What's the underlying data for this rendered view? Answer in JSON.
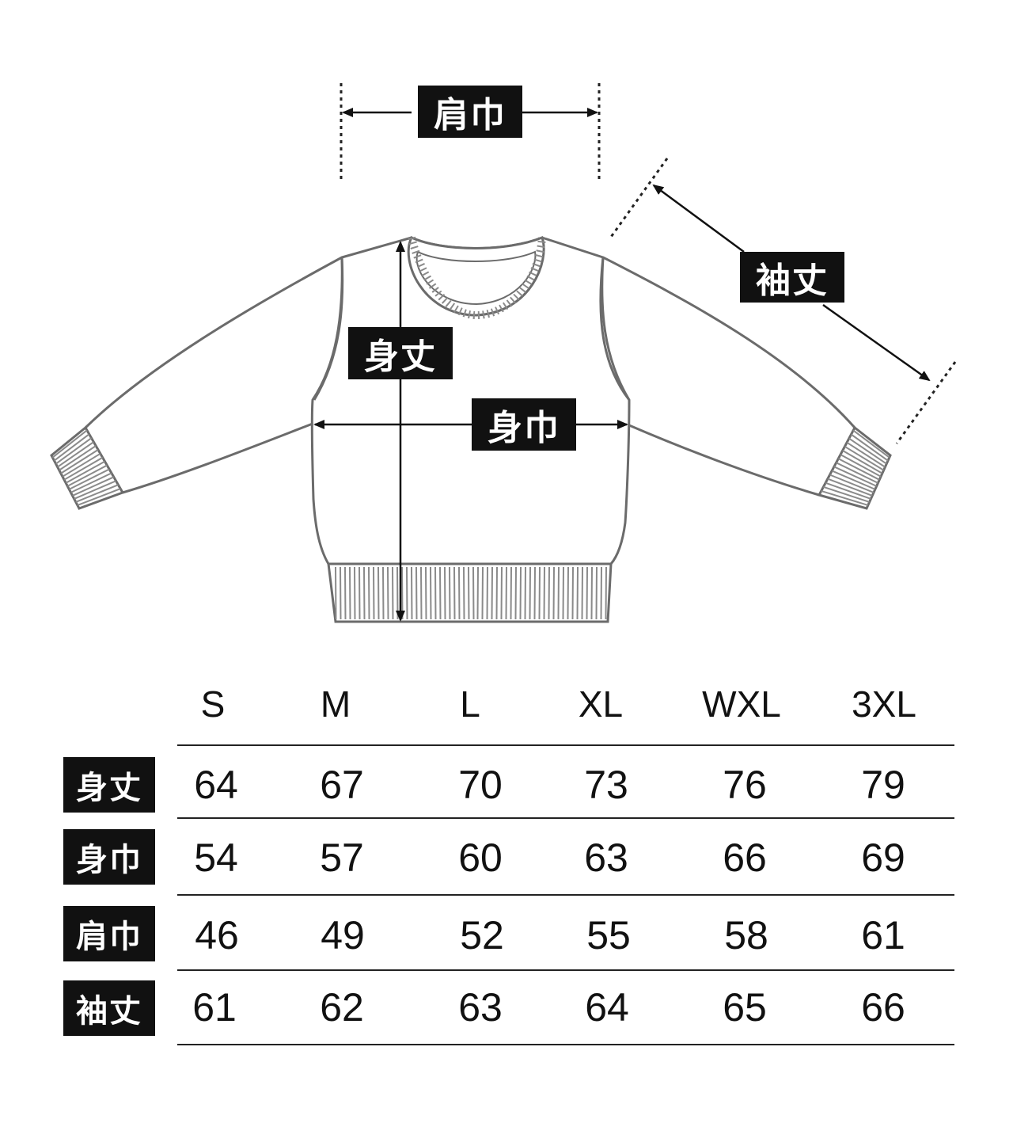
{
  "diagram_labels": {
    "shoulder": "肩巾",
    "sleeve": "袖丈",
    "length": "身丈",
    "width": "身巾"
  },
  "sizes": [
    "S",
    "M",
    "L",
    "XL",
    "WXL",
    "3XL"
  ],
  "rows": [
    {
      "label": "身丈",
      "values": [
        "64",
        "67",
        "70",
        "73",
        "76",
        "79"
      ]
    },
    {
      "label": "身巾",
      "values": [
        "54",
        "57",
        "60",
        "63",
        "66",
        "69"
      ]
    },
    {
      "label": "肩巾",
      "values": [
        "46",
        "49",
        "52",
        "55",
        "58",
        "61"
      ]
    },
    {
      "label": "袖丈",
      "values": [
        "61",
        "62",
        "63",
        "64",
        "65",
        "66"
      ]
    }
  ],
  "colors": {
    "label_bg": "#111111",
    "label_text": "#ffffff",
    "outline": "#6b6b6b"
  }
}
